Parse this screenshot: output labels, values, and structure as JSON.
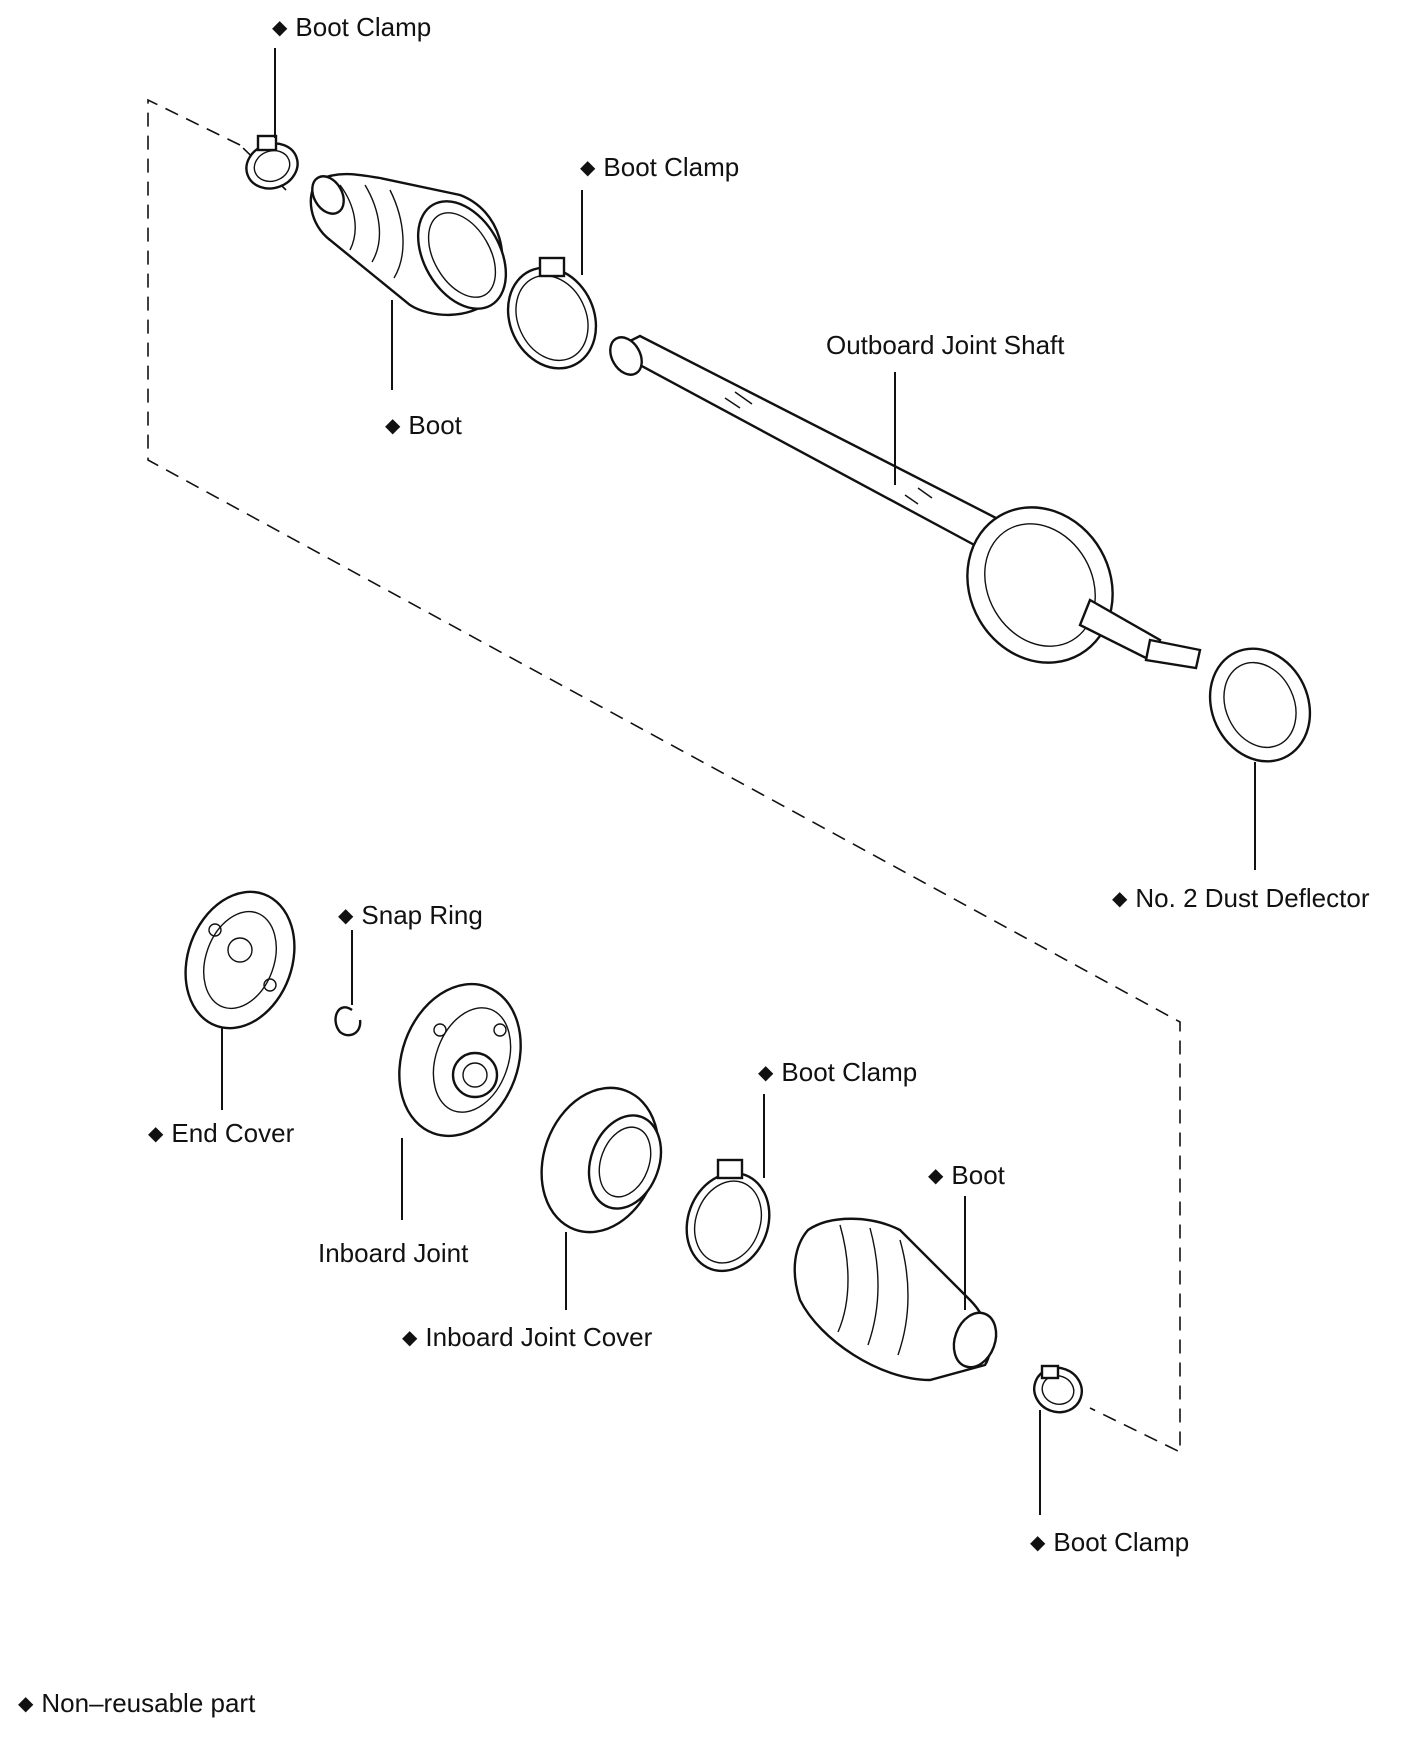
{
  "non_reusable_symbol": "◆",
  "labels": {
    "boot_clamp_top": "Boot Clamp",
    "boot_clamp_upper_mid": "Boot Clamp",
    "outboard_joint_shaft": "Outboard Joint Shaft",
    "boot_upper": "Boot",
    "no2_dust_deflector": "No. 2 Dust Deflector",
    "snap_ring": "Snap Ring",
    "end_cover": "End Cover",
    "boot_clamp_lower_mid": "Boot Clamp",
    "boot_lower": "Boot",
    "inboard_joint": "Inboard Joint",
    "inboard_joint_cover": "Inboard Joint Cover",
    "boot_clamp_bottom": "Boot Clamp"
  },
  "legend": {
    "text": "Non–reusable part"
  }
}
